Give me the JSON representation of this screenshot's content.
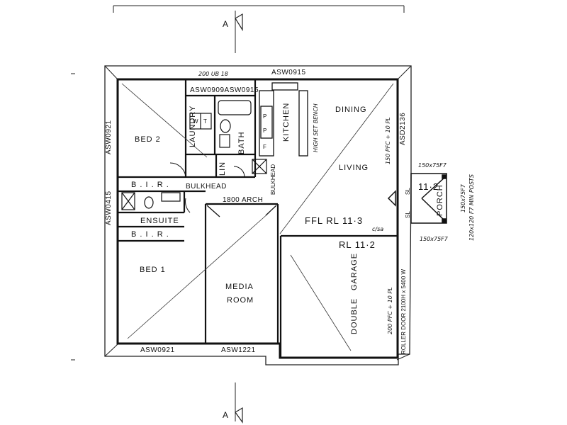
{
  "section_marker": "A",
  "rooms": {
    "bed2": "BED 2",
    "laundry": "LAUNDRY",
    "bath": "BATH",
    "kitchen": "KITCHEN",
    "dining": "DINING",
    "living": "LIVING",
    "lin": "LIN",
    "bir_top": "B . I . R .",
    "bir_bottom": "B . I . R .",
    "ensuite": "ENSUITE",
    "bed1": "BED 1",
    "media_room": [
      "MEDIA",
      "ROOM"
    ],
    "double_garage": [
      "DOUBLE",
      "GARAGE"
    ],
    "porch": "PORCH"
  },
  "windows": {
    "asw0915_top": "ASW0915",
    "asw0909_asw0915": "ASW0909ASW0915",
    "asw0921_left": "ASW0921",
    "asw0415_left": "ASW0415",
    "asw0921_bottom": "ASW0921",
    "asw1221_bottom": "ASW1221",
    "asd2136": "ASD2136"
  },
  "annotations": {
    "beam": "200 UB 18",
    "bulkhead": "BULKHEAD",
    "bulkhead_kitchen": "BULKHEAD",
    "arch": "1800 ARCH",
    "bench": "HIGH SET BENCH",
    "ffl": "FFL  RL 11·3",
    "garage_rl": "RL 11·2",
    "porch_rl": "11·2",
    "clsa": "c/sa",
    "pfc_living": "150 PFC + 10 PL",
    "pfc_garage": "200 PFC + 10 PL",
    "roller_door": "ROLLER DOOR 2100H x 5400 W",
    "porch_beam_top": "150x75F7",
    "porch_beam_side": "150x75F7",
    "porch_posts": "120x120 F7 MIN POSTS",
    "porch_beam_bottom": "150x75F7",
    "sl1": "SL",
    "sl2": "SL",
    "w": "W",
    "t": "T",
    "p1": "P",
    "p2": "P",
    "f": "F"
  }
}
